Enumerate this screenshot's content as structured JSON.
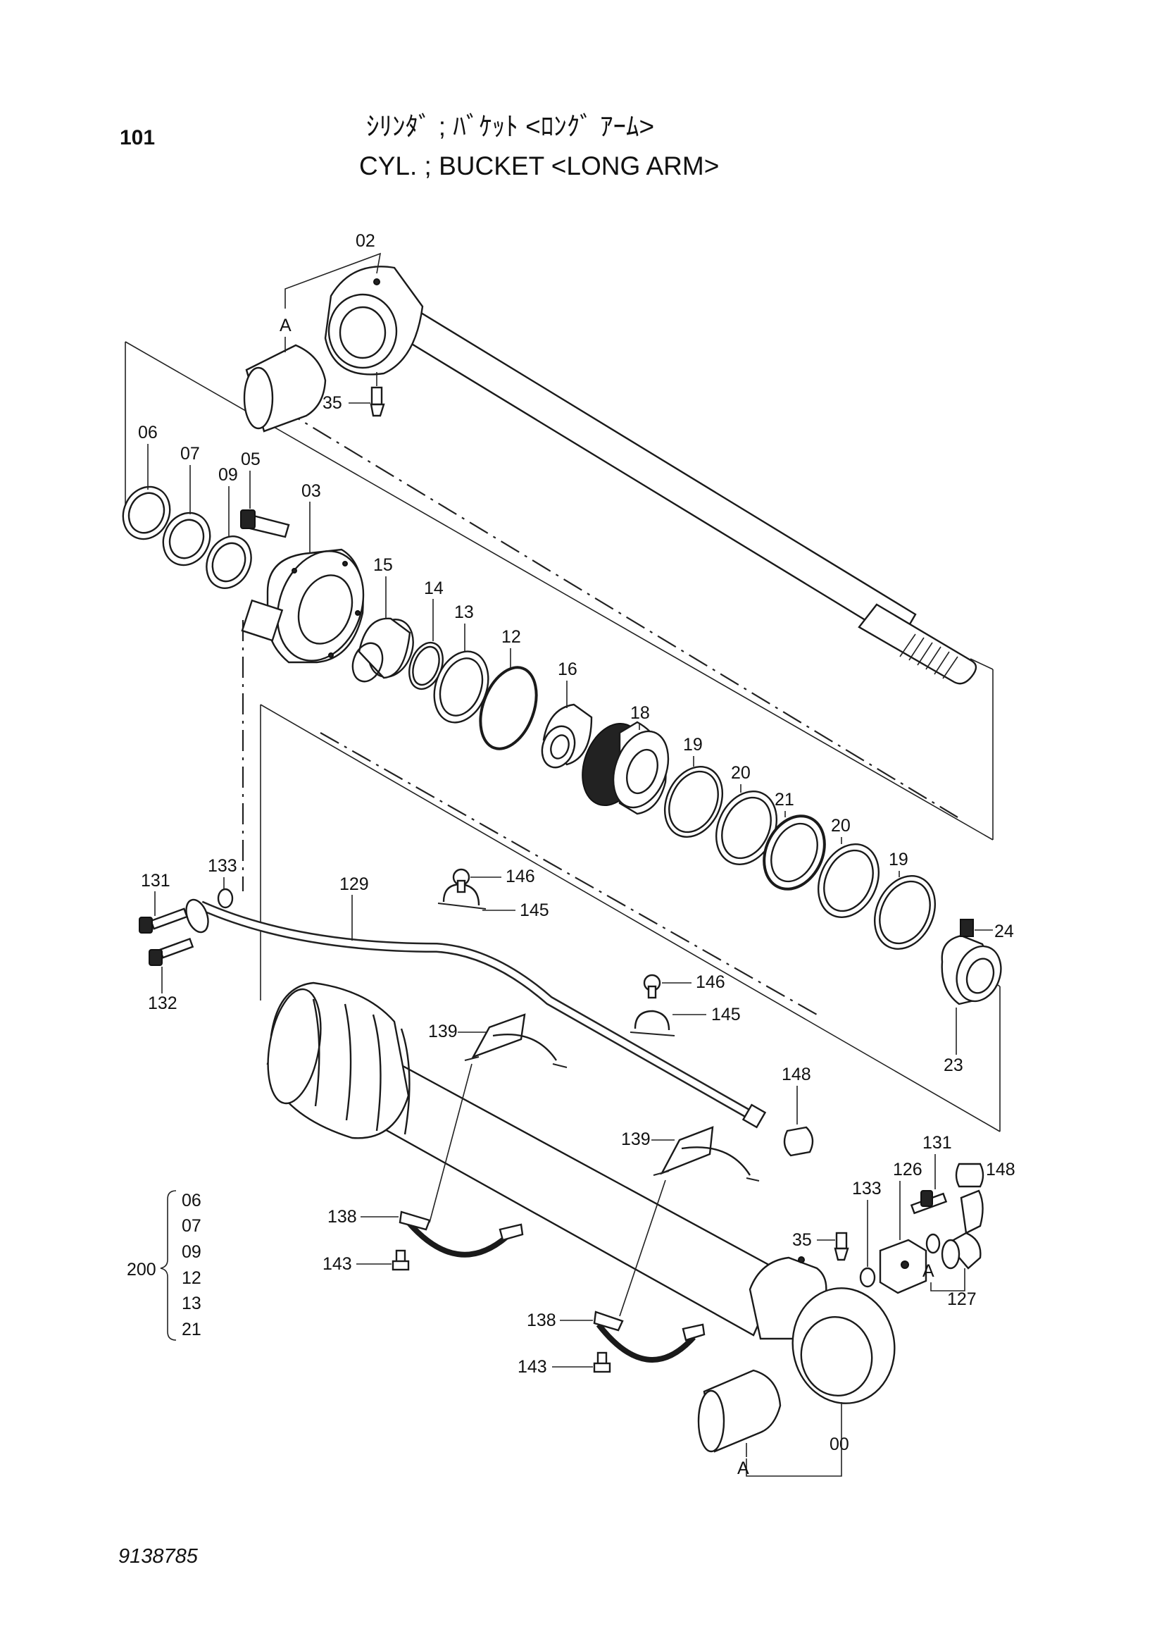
{
  "page": {
    "number": "101",
    "title_jp": "ｼﾘﾝﾀﾞ ; ﾊﾞｹｯﾄ <ﾛﾝｸﾞ ｱｰﾑ>",
    "title_en": "CYL. ; BUCKET <LONG ARM>",
    "doc_number": "9138785"
  },
  "callouts": {
    "p02": "02",
    "p35a": "35",
    "p35b": "35",
    "A1": "A",
    "A2": "A",
    "A3": "A",
    "p06": "06",
    "p07": "07",
    "p09": "09",
    "p05": "05",
    "p03": "03",
    "p15": "15",
    "p14": "14",
    "p13": "13",
    "p12": "12",
    "p16": "16",
    "p18": "18",
    "p19a": "19",
    "p19b": "19",
    "p20a": "20",
    "p20b": "20",
    "p21": "21",
    "p24": "24",
    "p23": "23",
    "p131a": "131",
    "p131b": "131",
    "p132": "132",
    "p133a": "133",
    "p133b": "133",
    "p129": "129",
    "p146a": "146",
    "p146b": "146",
    "p145a": "145",
    "p145b": "145",
    "p139a": "139",
    "p139b": "139",
    "p148a": "148",
    "p148b": "148",
    "p126": "126",
    "p127": "127",
    "p138a": "138",
    "p138b": "138",
    "p143a": "143",
    "p143b": "143",
    "p00": "00"
  },
  "seal_kit": {
    "number": "200",
    "items": [
      "06",
      "07",
      "09",
      "12",
      "13",
      "21"
    ]
  }
}
